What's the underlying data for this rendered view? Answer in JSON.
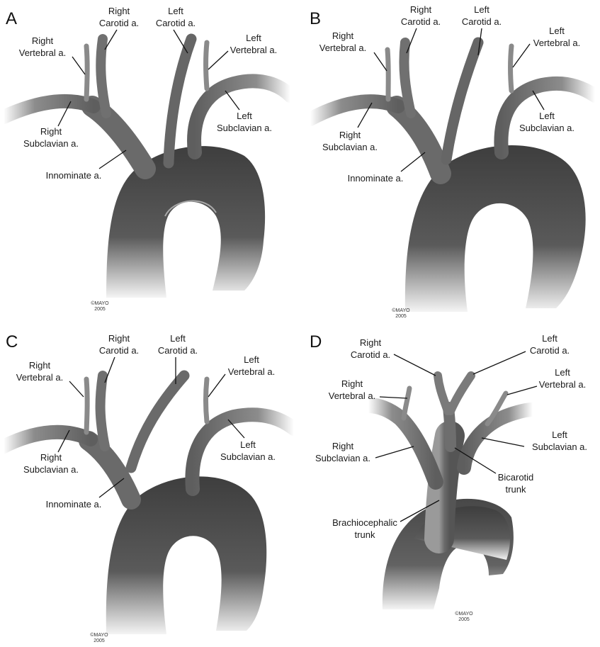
{
  "panels": {
    "A": {
      "letter": "A",
      "labels": {
        "right_vertebral": [
          "Right",
          "Vertebral a."
        ],
        "right_carotid": [
          "Right",
          "Carotid a."
        ],
        "left_carotid": [
          "Left",
          "Carotid a."
        ],
        "left_vertebral": [
          "Left",
          "Vertebral a."
        ],
        "right_subclavian": [
          "Right",
          "Subclavian a."
        ],
        "left_subclavian": [
          "Left",
          "Subclavian a."
        ],
        "innominate": [
          "Innominate a."
        ]
      },
      "copyright": [
        "©MAYO",
        "2005"
      ]
    },
    "B": {
      "letter": "B",
      "labels": {
        "right_vertebral": [
          "Right",
          "Vertebral a."
        ],
        "right_carotid": [
          "Right",
          "Carotid a."
        ],
        "left_carotid": [
          "Left",
          "Carotid a."
        ],
        "left_vertebral": [
          "Left",
          "Vertebral a."
        ],
        "right_subclavian": [
          "Right",
          "Subclavian a."
        ],
        "left_subclavian": [
          "Left",
          "Subclavian a."
        ],
        "innominate": [
          "Innominate a."
        ]
      },
      "copyright": [
        "©MAYO",
        "2005"
      ]
    },
    "C": {
      "letter": "C",
      "labels": {
        "right_vertebral": [
          "Right",
          "Vertebral a."
        ],
        "right_carotid": [
          "Right",
          "Carotid a."
        ],
        "left_carotid": [
          "Left",
          "Carotid a."
        ],
        "left_vertebral": [
          "Left",
          "Vertebral a."
        ],
        "right_subclavian": [
          "Right",
          "Subclavian a."
        ],
        "left_subclavian": [
          "Left",
          "Subclavian a."
        ],
        "innominate": [
          "Innominate a."
        ]
      },
      "copyright": [
        "©MAYO",
        "2005"
      ]
    },
    "D": {
      "letter": "D",
      "labels": {
        "right_carotid": [
          "Right",
          "Carotid a."
        ],
        "left_carotid": [
          "Left",
          "Carotid a."
        ],
        "left_vertebral": [
          "Left",
          "Vertebral a."
        ],
        "right_vertebral": [
          "Right",
          "Vertebral a."
        ],
        "left_subclavian": [
          "Left",
          "Subclavian a."
        ],
        "right_subclavian": [
          "Right",
          "Subclavian a."
        ],
        "bicarotid": [
          "Bicarotid",
          "trunk"
        ],
        "brachiocephalic": [
          "Brachiocephalic",
          "trunk"
        ]
      },
      "copyright": [
        "©MAYO",
        "2005"
      ]
    }
  },
  "colors": {
    "vessel_dark": "#4a4a4a",
    "vessel_mid": "#6e6e6e",
    "vessel_light": "#9a9a9a",
    "background": "#ffffff",
    "text": "#1a1a1a"
  }
}
